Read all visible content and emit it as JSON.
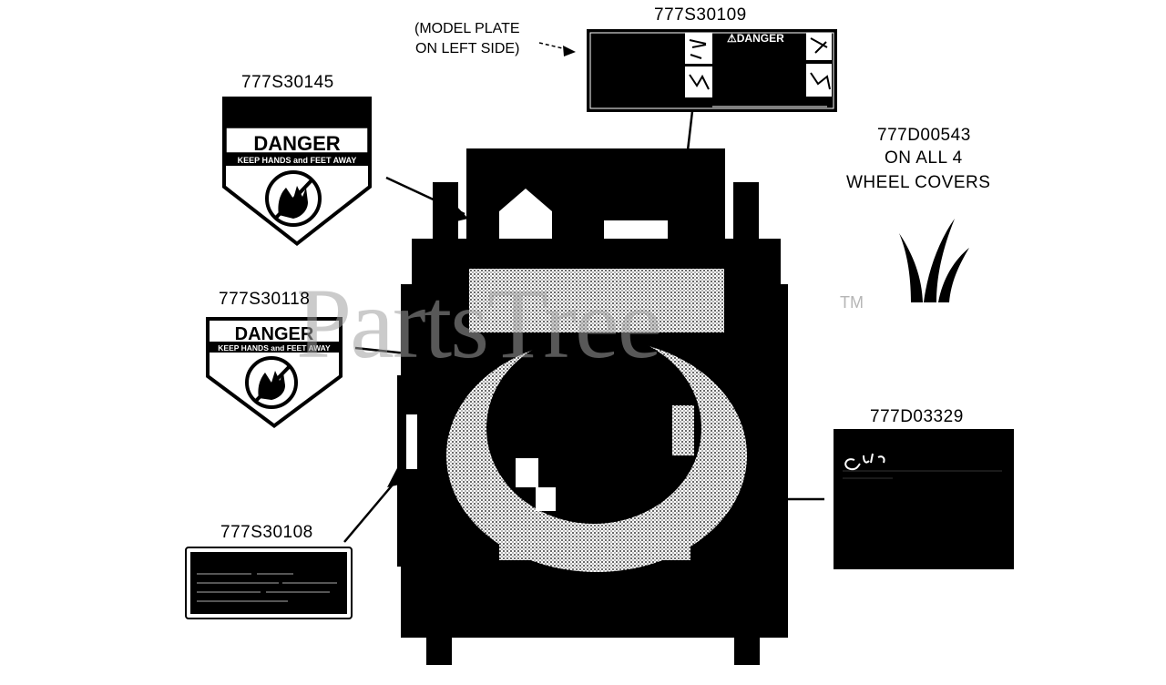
{
  "labels": {
    "decal_777S30109": "777S30109",
    "decal_777S30145": "777S30145",
    "decal_777S30118": "777S30118",
    "decal_777S30108": "777S30108",
    "decal_777D00543": "777D00543",
    "decal_777D00543_note1": "ON ALL 4",
    "decal_777D00543_note2": "WHEEL COVERS",
    "decal_777D03329": "777D03329",
    "model_plate_note1": "(MODEL PLATE",
    "model_plate_note2": "ON LEFT SIDE)"
  },
  "decal_text": {
    "danger_large": "DANGER",
    "danger_small": "DANGER",
    "keep_away": "KEEP HANDS and FEET AWAY",
    "danger_plate": "⚠DANGER"
  },
  "watermark": {
    "text": "PartsTree",
    "tm": "TM"
  },
  "colors": {
    "ink": "#000000",
    "paper": "#ffffff",
    "watermark": "#a0a0a0"
  }
}
